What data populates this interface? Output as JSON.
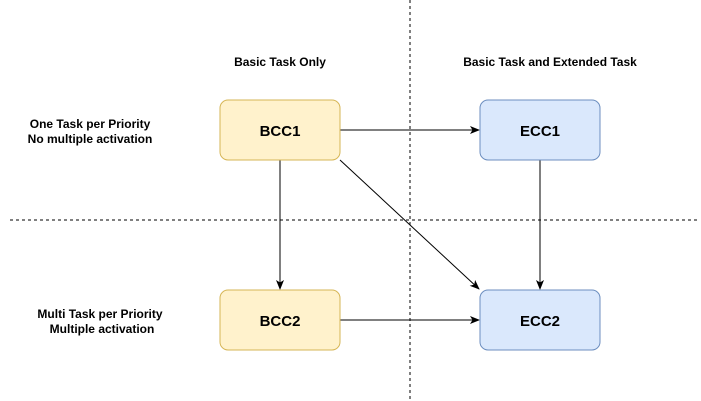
{
  "columns": {
    "basic": "Basic Task Only",
    "extended": "Basic Task and Extended Task"
  },
  "rows": {
    "top": {
      "line1": "One Task per Priority",
      "line2": "No multiple activation"
    },
    "bottom": {
      "line1": "Multi Task per Priority",
      "line2": "Multiple activation"
    }
  },
  "nodes": {
    "bcc1": "BCC1",
    "ecc1": "ECC1",
    "bcc2": "BCC2",
    "ecc2": "ECC2"
  },
  "colors": {
    "basic_fill": "#fff2cc",
    "basic_stroke": "#d6b656",
    "extended_fill": "#dae8fc",
    "extended_stroke": "#6c8ebf",
    "line": "#000000"
  }
}
